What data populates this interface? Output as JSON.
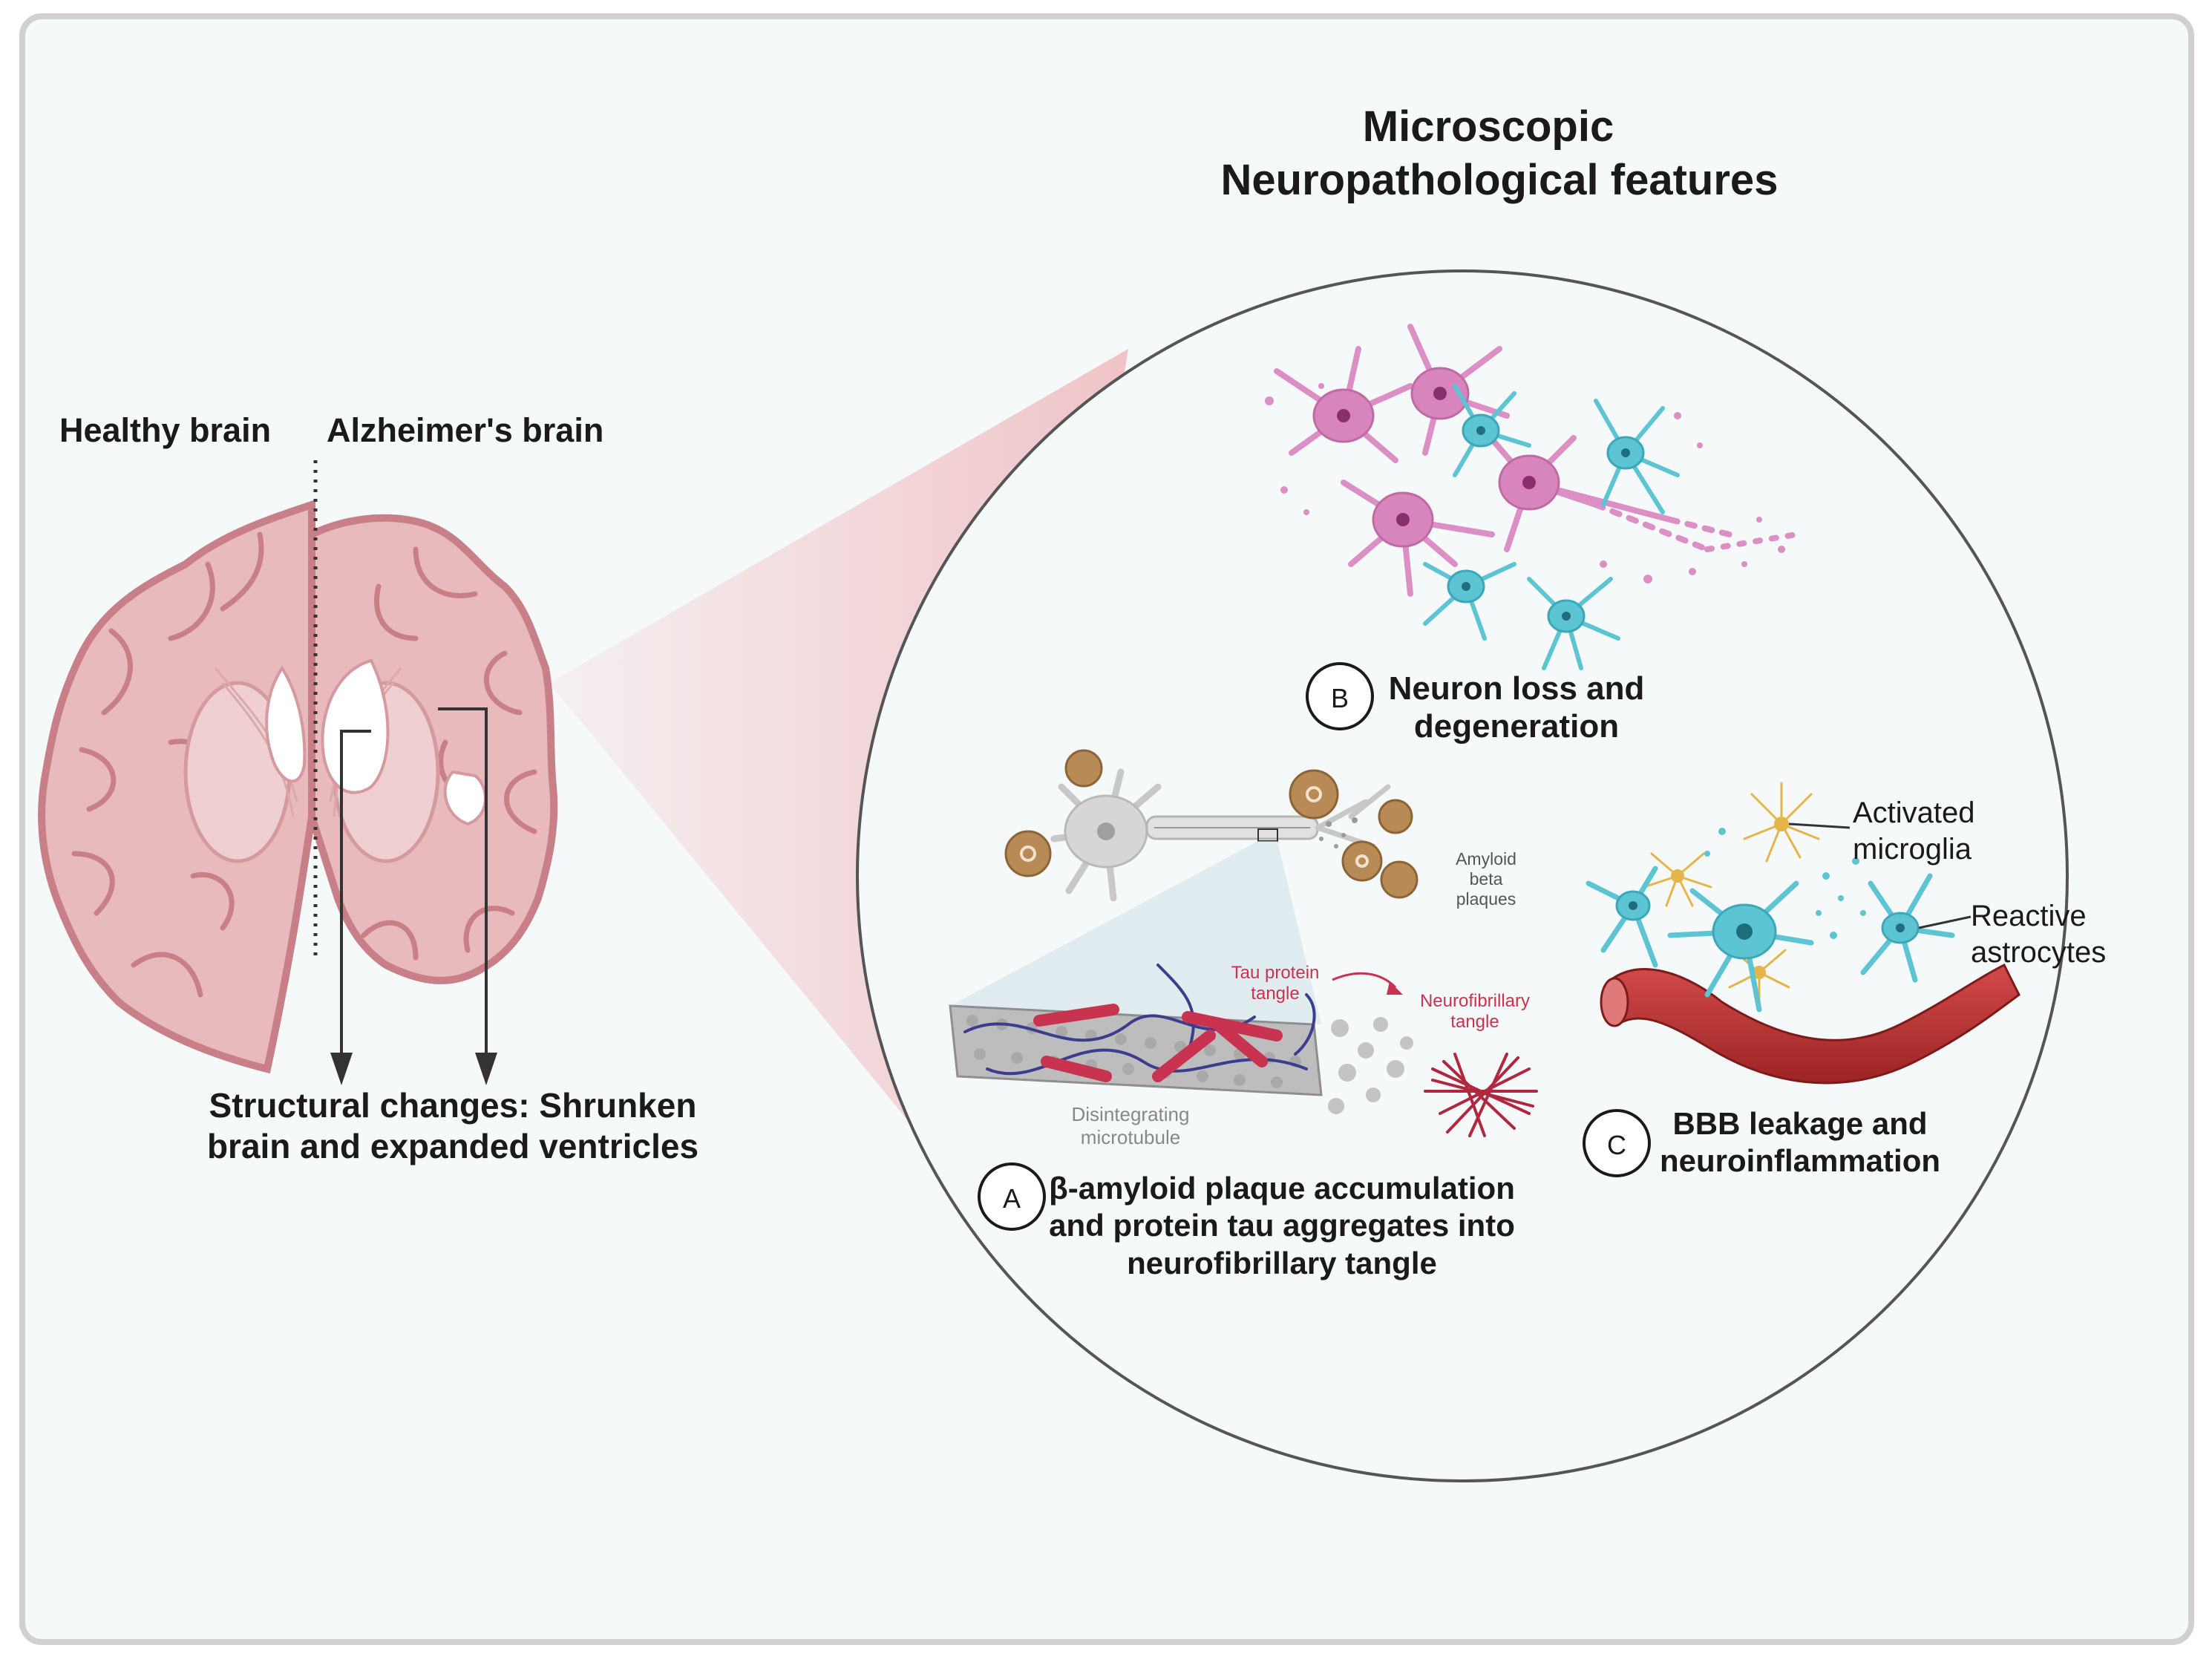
{
  "title": {
    "line1": "Microscopic",
    "line2": "Neuropathological features"
  },
  "brain": {
    "healthy_label": "Healthy brain",
    "alzheimer_label": "Alzheimer's brain",
    "caption_line1": "Structural changes: Shrunken",
    "caption_line2": "brain and expanded ventricles"
  },
  "panel_b": {
    "letter": "B",
    "caption_line1": "Neuron loss and",
    "caption_line2": "degeneration"
  },
  "panel_a": {
    "letter": "A",
    "amyloid_line1": "Amyloid",
    "amyloid_line2": "beta",
    "amyloid_line3": "plaques",
    "tau_line1": "Tau protein",
    "tau_line2": "tangle",
    "nft_line1": "Neurofibrillary",
    "nft_line2": "tangle",
    "microtubule_line1": "Disintegrating",
    "microtubule_line2": "microtubule",
    "caption_line1": "β-amyloid plaque accumulation",
    "caption_line2": "and protein tau aggregates into",
    "caption_line3": "neurofibrillary tangle"
  },
  "panel_c": {
    "letter": "C",
    "microglia_line1": "Activated",
    "microglia_line2": "microglia",
    "astro_line1": "Reactive",
    "astro_line2": "astrocytes",
    "caption_line1": "BBB leakage and",
    "caption_line2": "neuroinflammation"
  },
  "colors": {
    "background": "#f5f9fa",
    "frame": "#d0d0d0",
    "brain_fill": "#e8b9bd",
    "brain_stroke": "#c97f87",
    "neuron_pink": "#dc8fc4",
    "astrocyte_cyan": "#5cc4d2",
    "microglia_orange": "#e7b44a",
    "plaque_brown": "#a77a4a",
    "tau_red": "#c8334f",
    "vessel_red": "#b83232",
    "text_dark": "#1a1a1a"
  }
}
